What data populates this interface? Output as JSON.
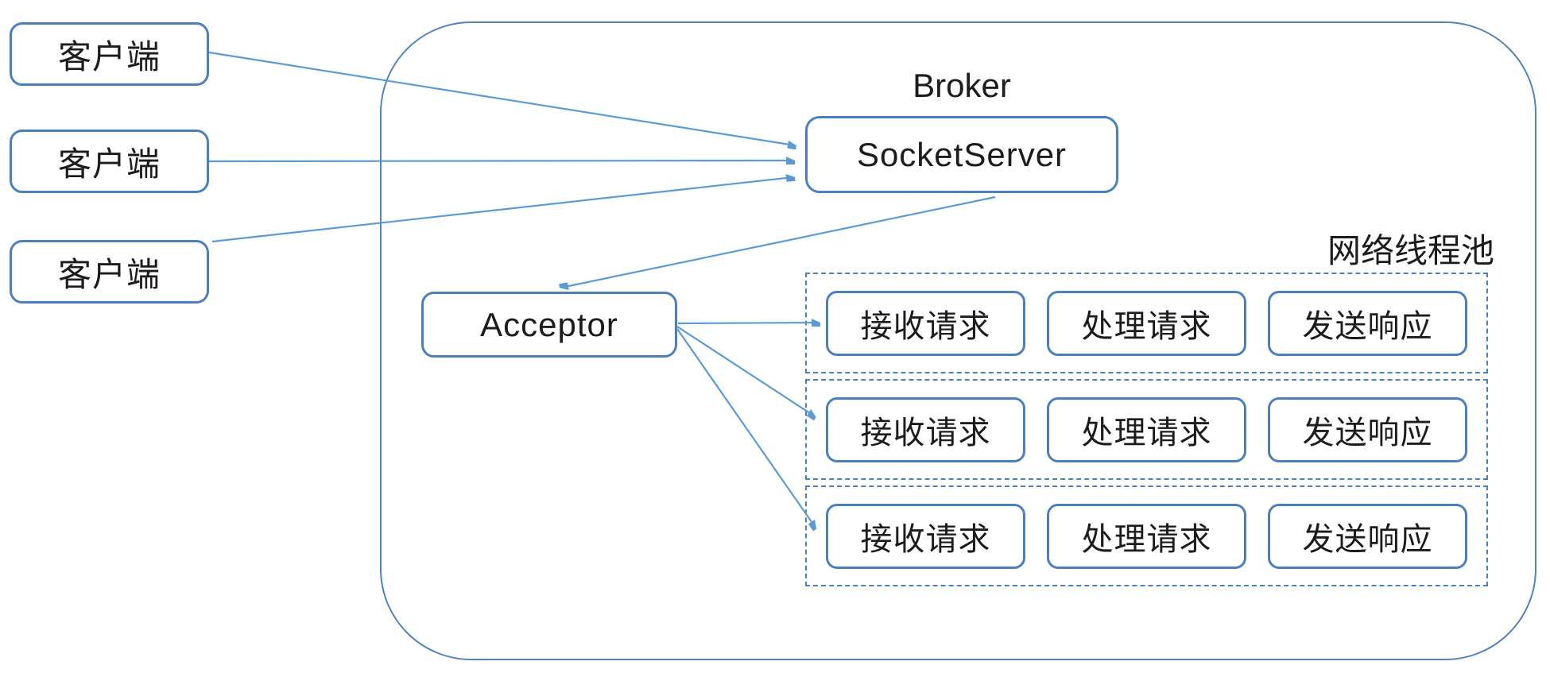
{
  "diagram": {
    "clients": [
      {
        "label": "客户端"
      },
      {
        "label": "客户端"
      },
      {
        "label": "客户端"
      }
    ],
    "broker": {
      "title": "Broker",
      "socket_server": {
        "label": "SocketServer"
      },
      "acceptor": {
        "label": "Acceptor"
      },
      "thread_pool": {
        "label": "网络线程池",
        "rows": [
          {
            "steps": [
              "接收请求",
              "处理请求",
              "发送响应"
            ]
          },
          {
            "steps": [
              "接收请求",
              "处理请求",
              "发送响应"
            ]
          },
          {
            "steps": [
              "接收请求",
              "处理请求",
              "发送响应"
            ]
          }
        ]
      }
    },
    "colors": {
      "box_border": "#4b7fbd",
      "container_border": "#5083bf",
      "dashed_border": "#4a80c0",
      "arrow": "#5b9bd5",
      "text": "#1c1c1c",
      "background": "#ffffff"
    }
  }
}
